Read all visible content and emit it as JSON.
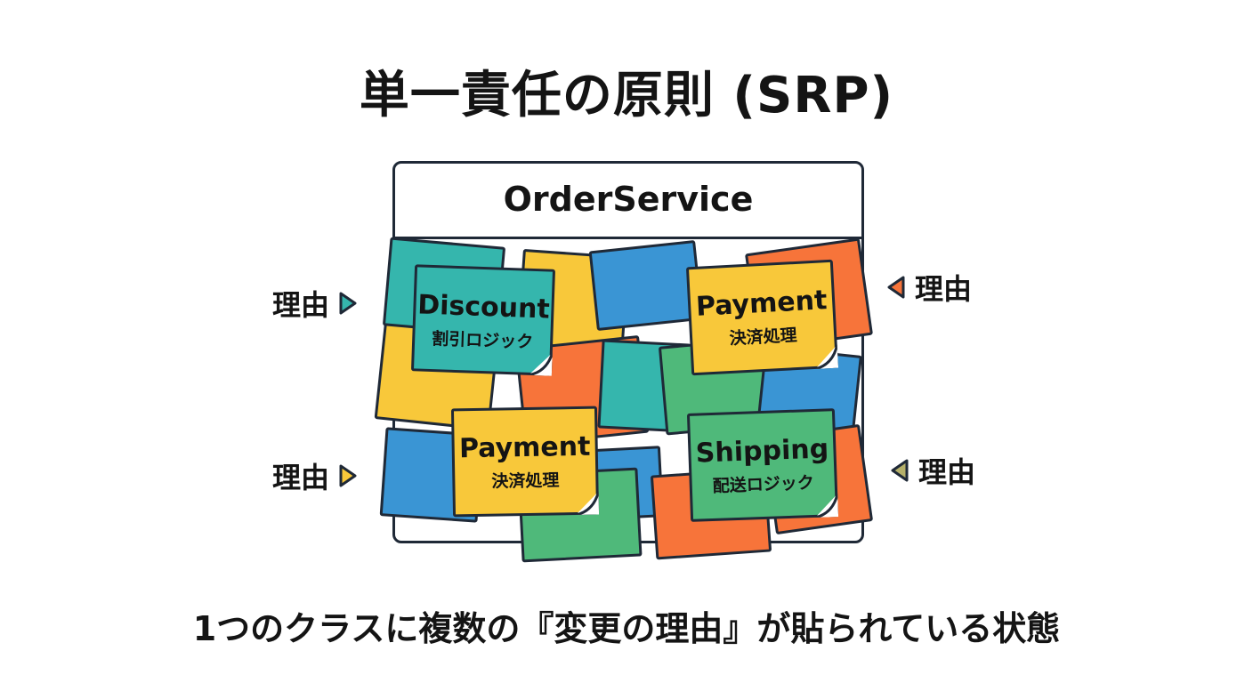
{
  "title": "単一責任の原則 (SRP)",
  "class_name": "OrderService",
  "notes": [
    {
      "en": "Discount",
      "ja": "割引ロジック",
      "color": "#35b6ad"
    },
    {
      "en": "Payment",
      "ja": "決済処理",
      "color": "#f8c83a"
    },
    {
      "en": "Payment",
      "ja": "決済処理",
      "color": "#f8c83a"
    },
    {
      "en": "Shipping",
      "ja": "配送ロジック",
      "color": "#4fb97a"
    }
  ],
  "reasons": [
    {
      "label": "理由",
      "color": "#35b6ad"
    },
    {
      "label": "理由",
      "color": "#f7743a"
    },
    {
      "label": "理由",
      "color": "#f8c83a"
    },
    {
      "label": "理由",
      "color": "#b5b06a"
    }
  ],
  "caption": "1つのクラスに複数の『変更の理由』が貼られている状態"
}
